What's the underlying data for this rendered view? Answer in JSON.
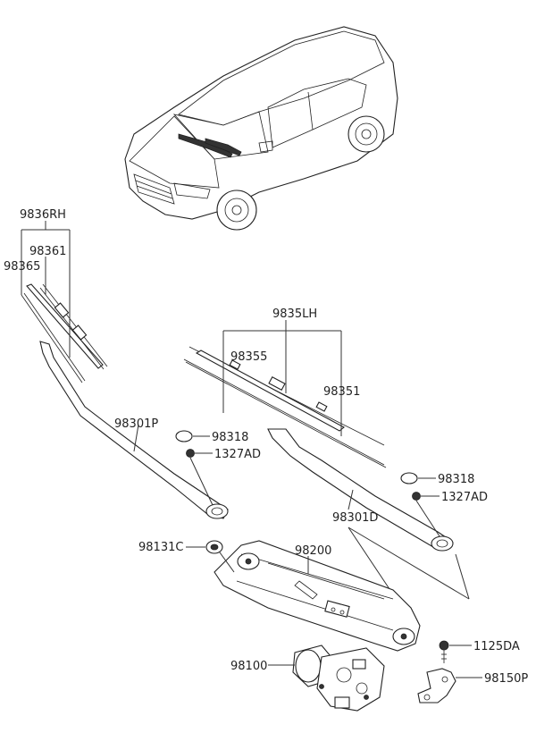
{
  "labels": {
    "p9836rh": "9836RH",
    "p98361": "98361",
    "p98365": "98365",
    "p9835lh": "9835LH",
    "p98355": "98355",
    "p98351": "98351",
    "p98301p": "98301P",
    "p98318a": "98318",
    "p1327ada": "1327AD",
    "p98318b": "98318",
    "p1327adb": "1327AD",
    "p98301d": "98301D",
    "p98131c": "98131C",
    "p98200": "98200",
    "p1125da": "1125DA",
    "p98100": "98100",
    "p98150p": "98150P"
  }
}
